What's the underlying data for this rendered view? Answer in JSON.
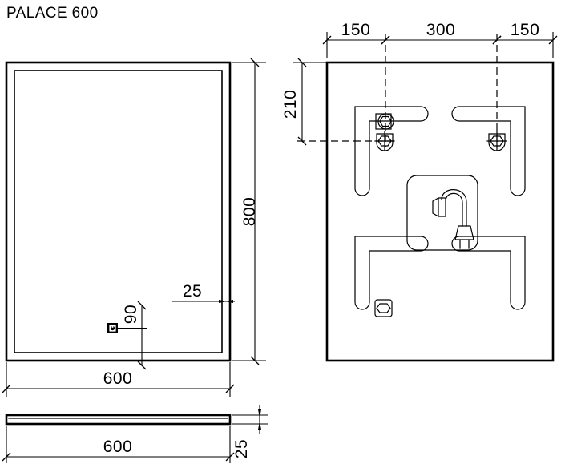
{
  "drawing": {
    "title": "PALACE 600",
    "units_note": "",
    "line_color": "#000000",
    "background_color": "#ffffff"
  },
  "views": {
    "front": {
      "name": "front-elevation",
      "dimensions": {
        "width": "600",
        "height": "800",
        "frame_thickness": "25",
        "sensor_offset": "90"
      },
      "sensor": {
        "name": "touch-sensor",
        "label": ""
      }
    },
    "back": {
      "name": "rear-view",
      "dimensions": {
        "left_offset": "150",
        "center_span": "300",
        "right_offset": "150",
        "top_offset": "210"
      },
      "components": {
        "power_box_label": "",
        "bracket_count": "4",
        "fixing_count": "4"
      }
    },
    "section": {
      "name": "section-view",
      "dimensions": {
        "width": "600",
        "depth": "25"
      }
    }
  },
  "dimension_labels": {
    "front_width": "600",
    "front_height": "800",
    "frame_edge": "25",
    "sensor_height": "90",
    "back_left": "150",
    "back_center": "300",
    "back_right": "150",
    "back_top": "210",
    "section_width": "600",
    "section_depth": "25"
  }
}
